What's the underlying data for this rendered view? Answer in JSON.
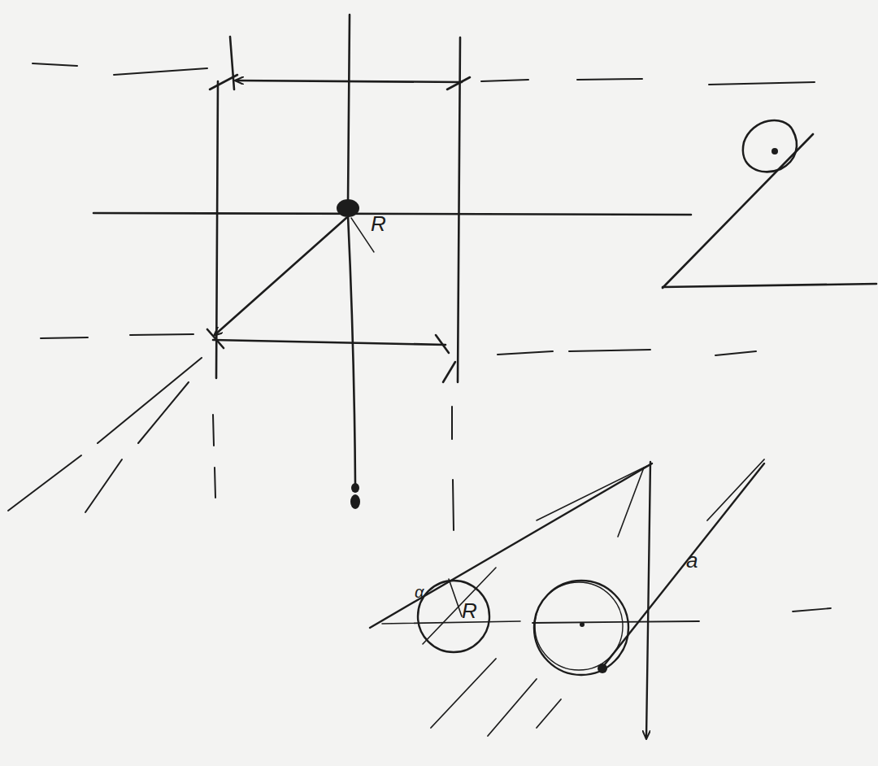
{
  "diagram": {
    "labels": [
      "R",
      "R",
      "a",
      "α"
    ]
  }
}
